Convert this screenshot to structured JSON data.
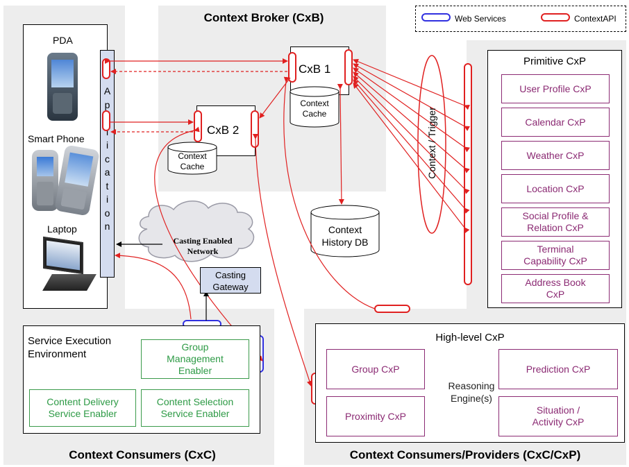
{
  "legend": {
    "web_services": "Web Services",
    "context_api": "ContextAPI"
  },
  "broker": {
    "title": "Context Broker (CxB)",
    "cxb1": "CxB 1",
    "cxb2": "CxB 2",
    "cache": "Context\nCache",
    "history_db": "Context\nHistory DB"
  },
  "devices": {
    "pda": "PDA",
    "smart_phone": "Smart Phone",
    "laptop": "Laptop",
    "application": "Application"
  },
  "network": {
    "cloud": "Casting Enabled\nNetwork",
    "gateway": "Casting\nGateway"
  },
  "trigger": "Context / Trigger",
  "primitive": {
    "title": "Primitive CxP",
    "items": [
      "User Profile CxP",
      "Calendar CxP",
      "Weather CxP",
      "Location CxP",
      "Social Profile &\nRelation CxP",
      "Terminal\nCapability CxP",
      "Address Book\nCxP"
    ]
  },
  "consumers": {
    "footer": "Context Consumers (CxC)",
    "see_title": "Service Execution\nEnvironment",
    "group_mgmt": "Group\nManagement\nEnabler",
    "content_delivery": "Content Delivery\nService Enabler",
    "content_selection": "Content Selection\nService Enabler"
  },
  "highlevel": {
    "footer": "Context Consumers/Providers (CxC/CxP)",
    "title": "High-level CxP",
    "group": "Group CxP",
    "prediction": "Prediction CxP",
    "proximity": "Proximity CxP",
    "situation": "Situation /\nActivity CxP",
    "reasoning": "Reasoning\nEngine(s)"
  },
  "colors": {
    "context_api": "#e02020",
    "web_services": "#3030e0",
    "provider_border": "#8b2a73",
    "enabler_text": "#2d9a45"
  }
}
